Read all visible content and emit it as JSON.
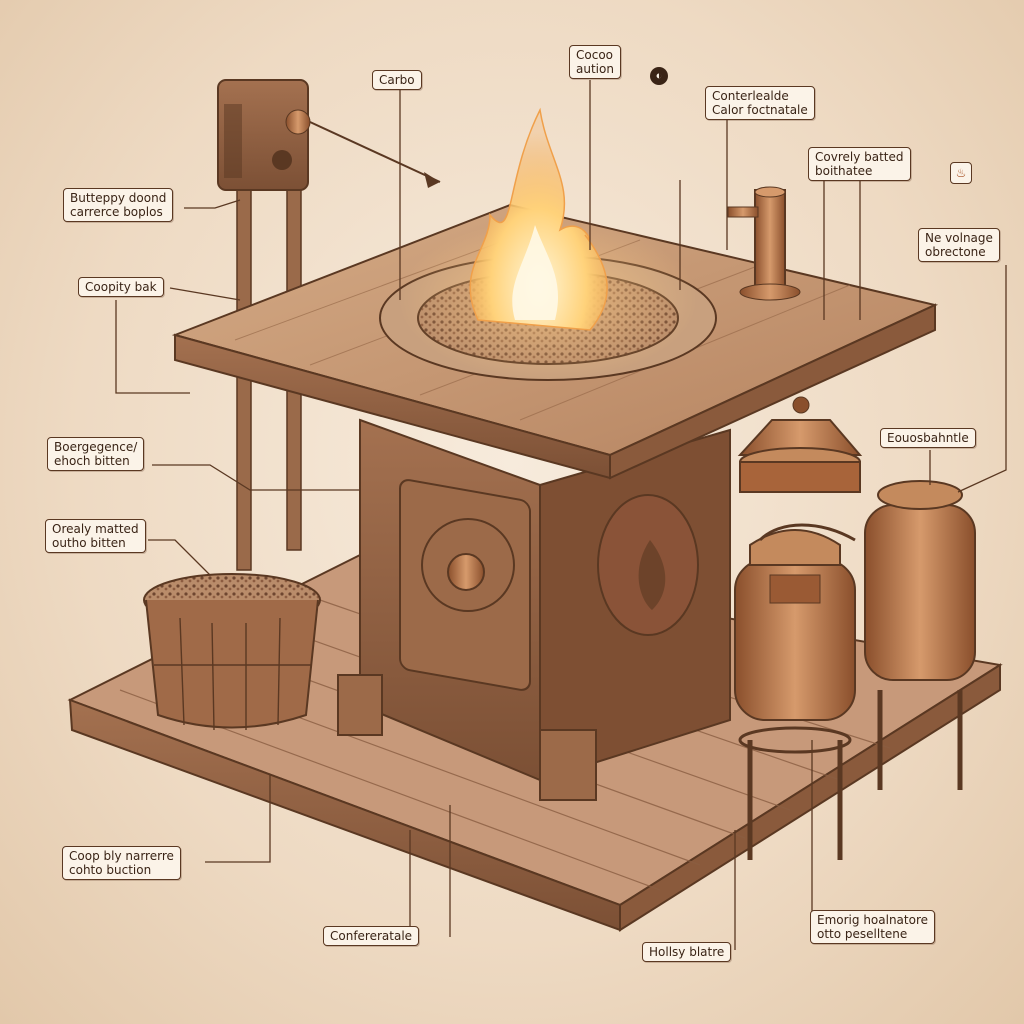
{
  "callouts": {
    "top_left_upper": "Butteppy doond",
    "top_left_lower": "carrerce boplos",
    "cooply_bak": "Coopity bak",
    "emergency_upper": "Boergegence/",
    "emergency_lower": "ehoch bitten",
    "orealy_upper": "Orealy matted",
    "orealy_lower": "outho bitten",
    "bottom_left_upper": "Coop bly narrerre",
    "bottom_left_lower": "cohto buction",
    "carbo": "Carbo",
    "cocoo_upper": "Cocoo",
    "cocoo_lower": "aution",
    "consterable_upper": "Conterlealde",
    "consterable_lower": "Calor foctnatale",
    "coverly_upper": "Covrely batted",
    "coverly_lower": "boithatee",
    "no_volnage_upper": "Ne volnage",
    "no_volnage_lower": "obrectone",
    "eouoonatle": "Eouosbahntle",
    "bottom_center": "Confereratale",
    "bottom_mid": "Hollsy blatre",
    "bottom_right_upper": "Emorig hoalnatore",
    "bottom_right_lower": "otto peselltene"
  },
  "colors": {
    "wood": "#b88660",
    "wood_dark": "#7d5136",
    "copper": "#a8643a",
    "outline": "#5a3822",
    "flame": "#ffb84d"
  }
}
